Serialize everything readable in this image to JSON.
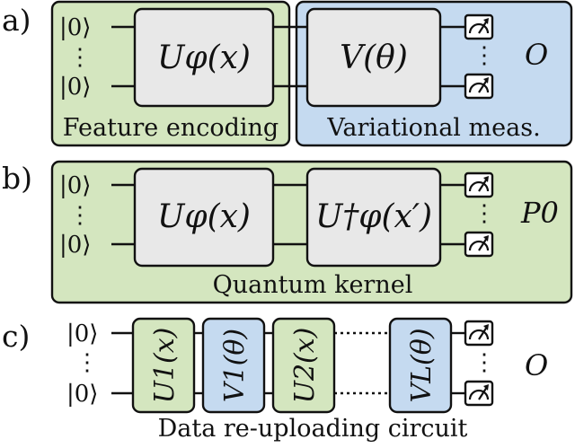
{
  "colors": {
    "green_fill": "#d4e6bf",
    "blue_fill": "#c5daf0",
    "gate_fill": "#e8e8e8",
    "stroke": "#111111"
  },
  "panel_a": {
    "letter": "a)",
    "ket_top": "|0⟩",
    "ket_bottom": "|0⟩",
    "vdots": "⋮",
    "gate1": "Uφ(x)",
    "gate2": "V(θ)",
    "observable": "O",
    "caption_left": "Feature encoding",
    "caption_right": "Variational meas.",
    "meter_icon": "meter-icon"
  },
  "panel_b": {
    "letter": "b)",
    "ket_top": "|0⟩",
    "ket_bottom": "|0⟩",
    "vdots": "⋮",
    "gate1": "Uφ(x)",
    "gate2": "U†φ(x′)",
    "observable": "P0",
    "caption": "Quantum kernel",
    "meter_icon": "meter-icon"
  },
  "panel_c": {
    "letter": "c)",
    "ket_top": "|0⟩",
    "ket_bottom": "|0⟩",
    "vdots": "⋮",
    "gates": [
      "U1(x)",
      "V1(θ)",
      "U2(x)",
      "VL(θ)"
    ],
    "observable": "O",
    "caption": "Data re-uploading circuit",
    "meter_icon": "meter-icon"
  }
}
